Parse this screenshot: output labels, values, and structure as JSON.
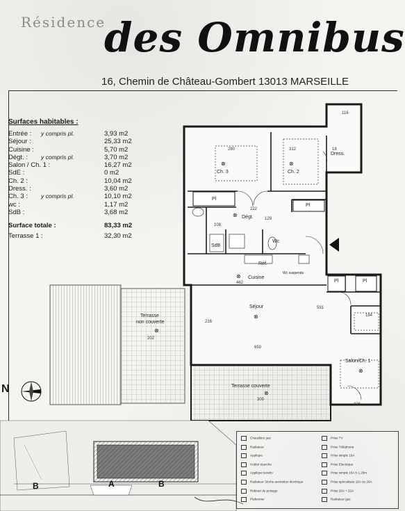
{
  "header": {
    "brand_small": "Résidence",
    "brand_big": "des Omnibus",
    "address": "16, Chemin de Château-Gombert 13013 MARSEILLE"
  },
  "surfaces": {
    "title": "Surfaces habitables :",
    "rows": [
      {
        "label": "Entrée :",
        "note": "y compris pl.",
        "value": "3,93 m2"
      },
      {
        "label": "Séjour :",
        "note": "",
        "value": "25,33 m2"
      },
      {
        "label": "Cuisine :",
        "note": "",
        "value": "5,70 m2"
      },
      {
        "label": "Dégt. :",
        "note": "y compris pl.",
        "value": "3,70 m2"
      },
      {
        "label": "Salon / Ch. 1 :",
        "note": "",
        "value": "16,27 m2"
      },
      {
        "label": "SdE :",
        "note": "",
        "value": "0 m2"
      },
      {
        "label": "Ch. 2 :",
        "note": "",
        "value": "10,04 m2"
      },
      {
        "label": "Dress. :",
        "note": "",
        "value": "3,60 m2"
      },
      {
        "label": "Ch. 3 :",
        "note": "y compris pl.",
        "value": "10,10 m2"
      },
      {
        "label": "wc :",
        "note": "",
        "value": "1,17 m2"
      },
      {
        "label": "SdB :",
        "note": "",
        "value": "3,68 m2"
      }
    ],
    "total_label": "Surface totale :",
    "total_value": "83,33 m2",
    "terrace_label": "Terrasse 1 :",
    "terrace_value": "32,30 m2"
  },
  "rooms": {
    "ch3": "Ch. 3",
    "ch2": "Ch. 2",
    "dress": "Dress.",
    "pl": "Pl",
    "degt": "Dégt.",
    "sdb": "SdB",
    "wc": "Wc",
    "cuisine": "Cuisine",
    "sejour": "Séjour",
    "salon": "Salon/Ch. 1",
    "terrasse_nc_1": "Terrasse",
    "terrasse_nc_2": "non couverte",
    "terrasse_c": "Terrasse couverte",
    "ref": "Réf.",
    "wc_suspendu": "Wc suspendu"
  },
  "dims": {
    "d116": "116",
    "d312": "312",
    "d280": "280",
    "d222": "222",
    "d129": "129",
    "d216": "216",
    "d462": "462",
    "d650": "650",
    "d591": "591",
    "d164": "164",
    "d300": "300",
    "d202": "202",
    "d236": "236",
    "d18": "18",
    "d108": "108"
  },
  "compass": "N",
  "site": {
    "a": "A",
    "b": "B",
    "b2": "B"
  },
  "legend": {
    "col1": [
      "Chaudière gaz",
      "Radiateur",
      "Applique",
      "Hublot étanche",
      "Applique lavabo",
      "Radiateur Sèche-serviettes électrique",
      "Robinet de puisage",
      "Plafonnier"
    ],
    "col2": [
      "Prise TV",
      "Prise Téléphone",
      "Prise simple 16A",
      "Prise Electrique",
      "Prise simple 16A h 1,20m",
      "Prise spécialisée 16A ou 20A",
      "Prise 20A + 32A",
      "Radiateur gaz"
    ]
  }
}
